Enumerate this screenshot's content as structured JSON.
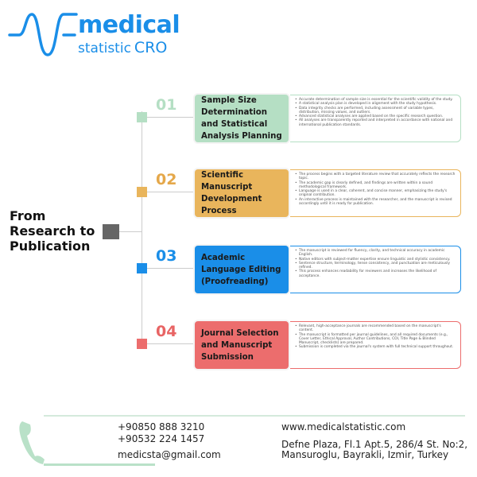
{
  "logo": {
    "line1": "medical",
    "line2": "statistic",
    "line3": "CRO"
  },
  "title": "From Research to Publication",
  "colors": {
    "green": "#b5dfc4",
    "orange": "#e9b55c",
    "blue": "#1a8ee8",
    "red": "#ec6d6d",
    "gray": "#666666"
  },
  "steps": [
    {
      "number": "01",
      "title": "Sample Size Determination and Statistical Analysis Planning",
      "color": "#b5dfc4",
      "numcolor": "#b5dfc4",
      "points": [
        "Accurate determination of sample size is essential for the scientific validity of the study.",
        "A statistical analysis plan is developed in alignment with the study hypothesis.",
        "Data integrity checks are performed, including assessment of variable types, distribution, missing values, and outliers.",
        "Advanced statistical analyses are applied based on the specific research question.",
        "All analyses are transparently reported and interpreted in accordance with national and international publication standards."
      ]
    },
    {
      "number": "02",
      "title": "Scientific Manuscript Development Process",
      "color": "#e9b55c",
      "numcolor": "#e5a84a",
      "points": [
        "The process begins with a targeted literature review that accurately reflects the research topic.",
        "The academic gap is clearly defined, and findings are written within a sound methodological framework.",
        "Language is used in a clear, coherent, and concise manner, emphasizing the study's original contribution.",
        "An interactive process is maintained with the researcher, and the manuscript is revised accordingly until it is ready for publication."
      ]
    },
    {
      "number": "03",
      "title": "Academic Language Editing (Proofreading)",
      "color": "#1a8ee8",
      "numcolor": "#1a8ee8",
      "points": [
        "The manuscript is reviewed for fluency, clarity, and technical accuracy in academic English.",
        "Native editors with subject-matter expertise ensure linguistic and stylistic consistency.",
        "Sentence structure, terminology, tense consistency, and punctuation are meticulously refined.",
        "This process enhances readability for reviewers and increases the likelihood of acceptance."
      ]
    },
    {
      "number": "04",
      "title": "Journal Selection and Manuscript Submission",
      "color": "#ec6d6d",
      "numcolor": "#e86464",
      "points": [
        "Relevant, high-acceptance journals are recommended based on the manuscript's content.",
        "The manuscript is formatted per journal guidelines, and all required documents (e.g., Cover Letter, Ethical Approval, Author Contributions, COI, Title Page & Blinded Manuscript, checklists) are prepared.",
        "Submission is completed via the journal's system with full technical support throughout."
      ]
    }
  ],
  "footer": {
    "phone1": "+90850 888 3210",
    "phone2": "+90532 224 1457",
    "email": "medicsta@gmail.com",
    "website": "www.medicalstatistic.com",
    "address1": "Defne Plaza, Fl.1 Apt.5, 286/4 St. No:2,",
    "address2": "Mansuroglu, Bayrakli, Izmir, Turkey"
  }
}
